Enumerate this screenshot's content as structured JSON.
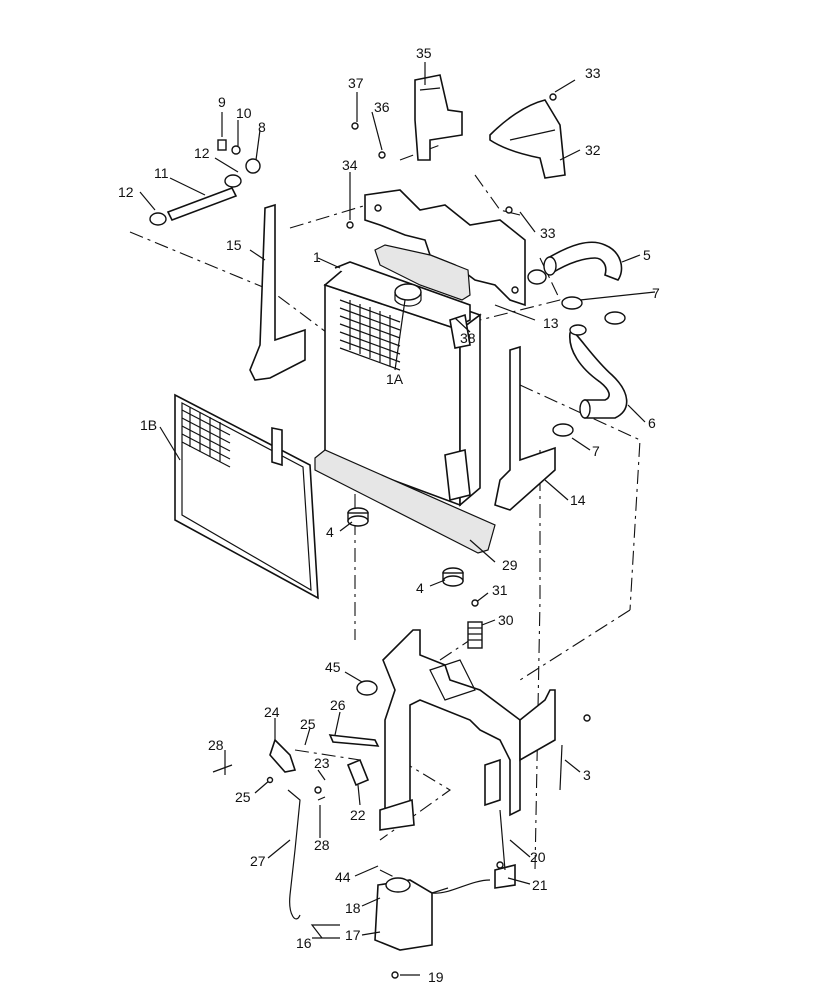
{
  "diagram": {
    "labels": [
      {
        "id": "p35",
        "text": "35"
      },
      {
        "id": "p33a",
        "text": "33"
      },
      {
        "id": "p37",
        "text": "37"
      },
      {
        "id": "p36",
        "text": "36"
      },
      {
        "id": "p32",
        "text": "32"
      },
      {
        "id": "p9",
        "text": "9"
      },
      {
        "id": "p10",
        "text": "10"
      },
      {
        "id": "p8",
        "text": "8"
      },
      {
        "id": "p12a",
        "text": "12"
      },
      {
        "id": "p11",
        "text": "11"
      },
      {
        "id": "p12b",
        "text": "12"
      },
      {
        "id": "p34",
        "text": "34"
      },
      {
        "id": "p33b",
        "text": "33"
      },
      {
        "id": "p15",
        "text": "15"
      },
      {
        "id": "p1",
        "text": "1"
      },
      {
        "id": "p5",
        "text": "5"
      },
      {
        "id": "p7a",
        "text": "7"
      },
      {
        "id": "p13",
        "text": "13"
      },
      {
        "id": "p38",
        "text": "38"
      },
      {
        "id": "p1A",
        "text": "1A"
      },
      {
        "id": "p6",
        "text": "6"
      },
      {
        "id": "p1B",
        "text": "1B"
      },
      {
        "id": "p7b",
        "text": "7"
      },
      {
        "id": "p14",
        "text": "14"
      },
      {
        "id": "p4a",
        "text": "4"
      },
      {
        "id": "p29",
        "text": "29"
      },
      {
        "id": "p4b",
        "text": "4"
      },
      {
        "id": "p31",
        "text": "31"
      },
      {
        "id": "p30",
        "text": "30"
      },
      {
        "id": "p45",
        "text": "45"
      },
      {
        "id": "p24",
        "text": "24"
      },
      {
        "id": "p26",
        "text": "26"
      },
      {
        "id": "p25a",
        "text": "25"
      },
      {
        "id": "p28a",
        "text": "28"
      },
      {
        "id": "p23",
        "text": "23"
      },
      {
        "id": "p25b",
        "text": "25"
      },
      {
        "id": "p22",
        "text": "22"
      },
      {
        "id": "p28b",
        "text": "28"
      },
      {
        "id": "p3",
        "text": "3"
      },
      {
        "id": "p27",
        "text": "27"
      },
      {
        "id": "p20",
        "text": "20"
      },
      {
        "id": "p44",
        "text": "44"
      },
      {
        "id": "p21",
        "text": "21"
      },
      {
        "id": "p18",
        "text": "18"
      },
      {
        "id": "p16",
        "text": "16"
      },
      {
        "id": "p17",
        "text": "17"
      },
      {
        "id": "p19",
        "text": "19"
      }
    ]
  }
}
